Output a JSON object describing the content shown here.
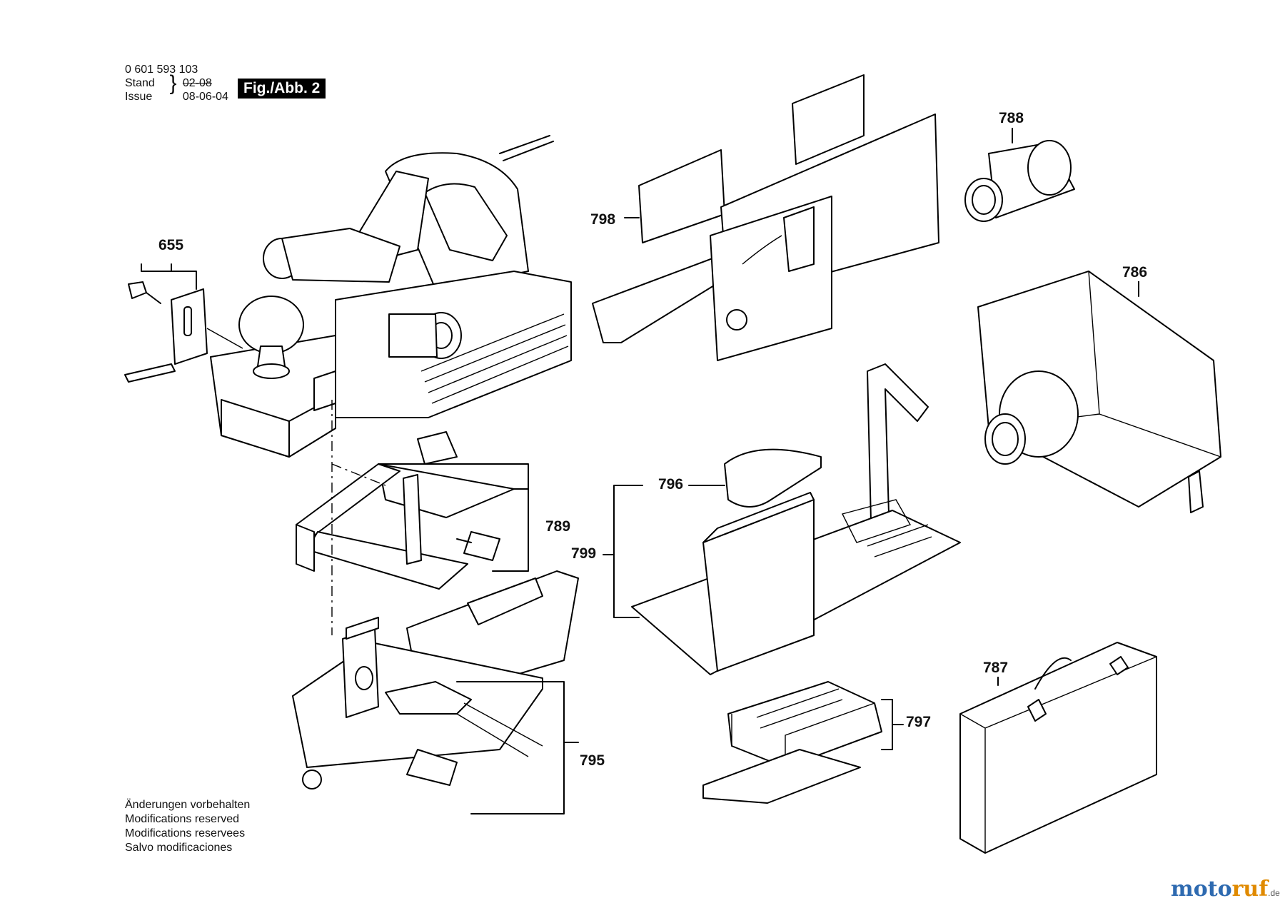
{
  "header": {
    "part_number": "0 601 593 103",
    "stand_label": "Stand",
    "issue_label": "Issue",
    "stand_date": "02-08",
    "issue_date": "08-06-04",
    "figure_tag": "Fig./Abb. 2"
  },
  "callouts": {
    "p655": "655",
    "p798": "798",
    "p788": "788",
    "p786": "786",
    "p789": "789",
    "p796": "796",
    "p799": "799",
    "p795": "795",
    "p787": "787",
    "p797": "797"
  },
  "footer": {
    "line1": "Änderungen vorbehalten",
    "line2": "Modifications reserved",
    "line3": "Modifications reservees",
    "line4": "Salvo modificaciones"
  },
  "watermark": {
    "text_a": "moto",
    "text_b": "ruf",
    "suffix": ".de"
  }
}
